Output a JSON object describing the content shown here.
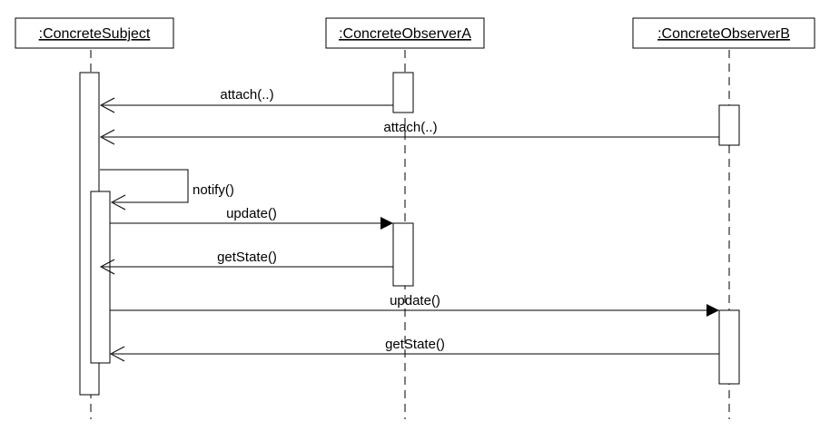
{
  "participants": [
    {
      "id": "subject",
      "label": ":ConcreteSubject"
    },
    {
      "id": "obsA",
      "label": ":ConcreteObserverA"
    },
    {
      "id": "obsB",
      "label": ":ConcreteObserverB"
    }
  ],
  "messages": [
    {
      "label": "attach(..)",
      "from": "obsA",
      "to": "subject",
      "arrowhead": "open"
    },
    {
      "label": "attach(..)",
      "from": "obsB",
      "to": "subject",
      "arrowhead": "open"
    },
    {
      "label": "notify()",
      "from": "subject",
      "to": "subject",
      "arrowhead": "open"
    },
    {
      "label": "update()",
      "from": "subject",
      "to": "obsA",
      "arrowhead": "filled"
    },
    {
      "label": "getState()",
      "from": "obsA",
      "to": "subject",
      "arrowhead": "open"
    },
    {
      "label": "update()",
      "from": "subject",
      "to": "obsB",
      "arrowhead": "filled"
    },
    {
      "label": "getState()",
      "from": "obsB",
      "to": "subject",
      "arrowhead": "open"
    }
  ]
}
